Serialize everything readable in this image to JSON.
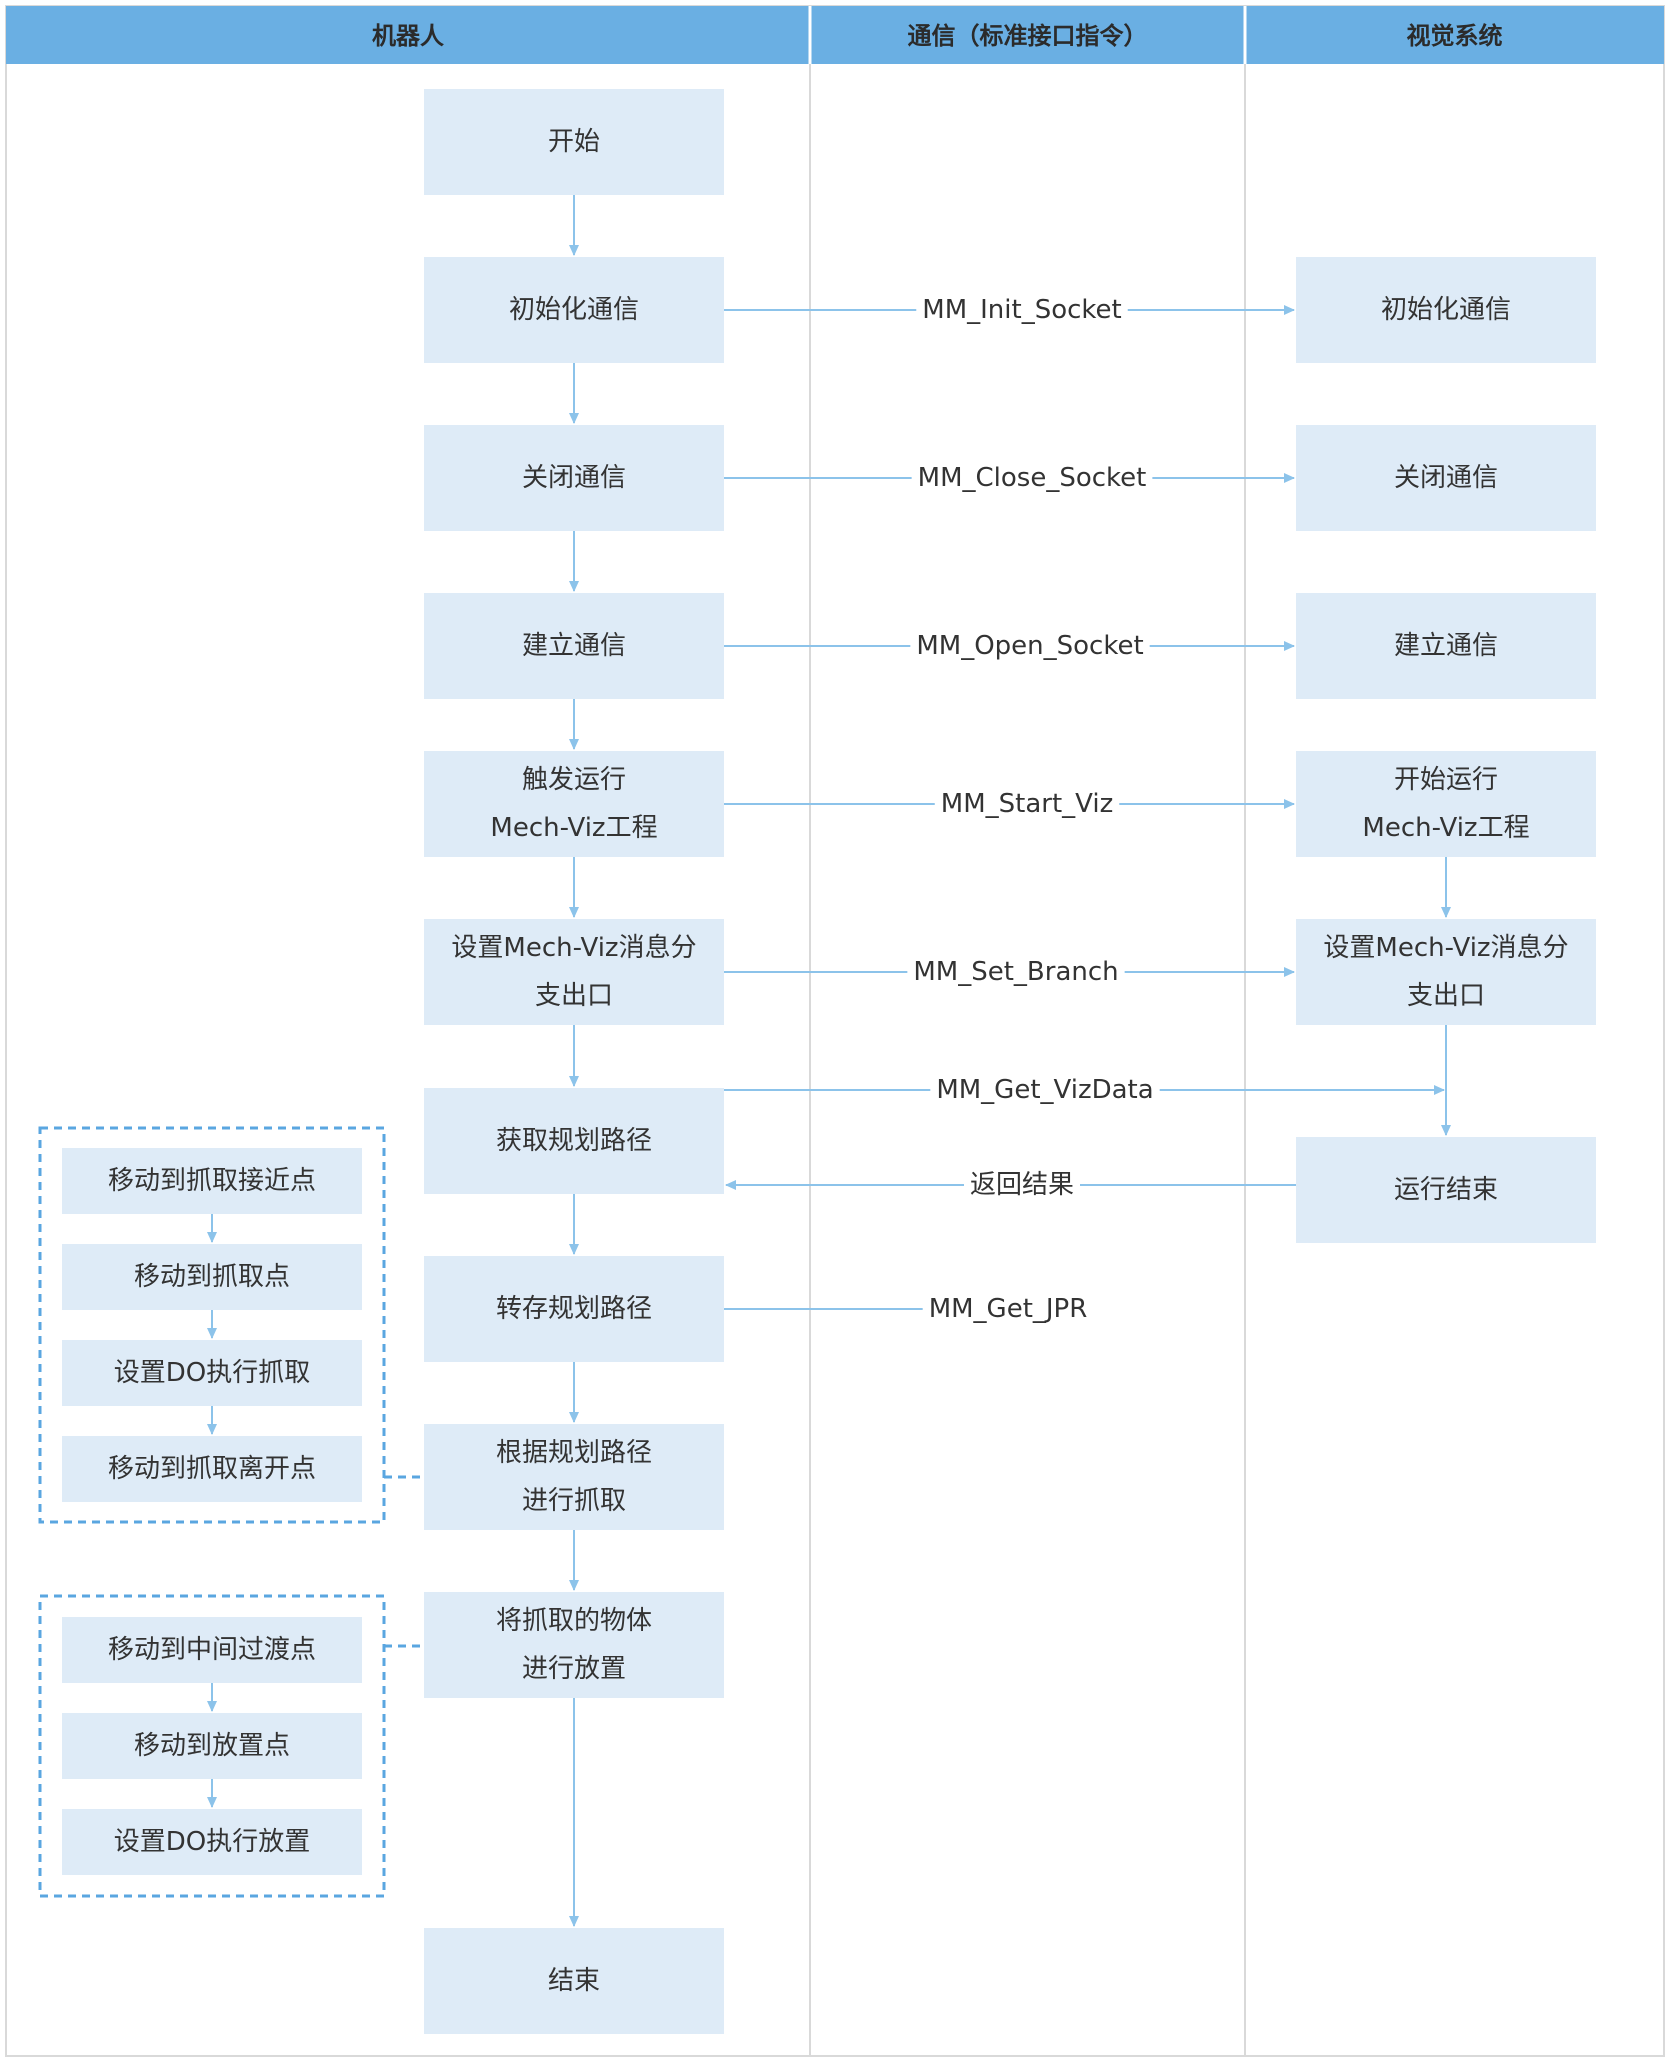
{
  "colors": {
    "header_bg": "#6aafe3",
    "node_fill": "#deebf7",
    "arrow": "#8cc3ea",
    "lane_border": "#d9d9d9",
    "dashed_border": "#5aa6e0"
  },
  "lanes": [
    {
      "id": "robot",
      "label": "机器人"
    },
    {
      "id": "comm",
      "label": "通信（标准接口指令）"
    },
    {
      "id": "vision",
      "label": "视觉系统"
    }
  ],
  "robot_nodes": [
    {
      "id": "r_start",
      "lines": [
        "开始"
      ]
    },
    {
      "id": "r_init",
      "lines": [
        "初始化通信"
      ]
    },
    {
      "id": "r_close",
      "lines": [
        "关闭通信"
      ]
    },
    {
      "id": "r_open",
      "lines": [
        "建立通信"
      ]
    },
    {
      "id": "r_trigger",
      "lines": [
        "触发运行",
        "Mech-Viz工程"
      ]
    },
    {
      "id": "r_branch",
      "lines": [
        "设置Mech-Viz消息分",
        "支出口"
      ]
    },
    {
      "id": "r_get",
      "lines": [
        "获取规划路径"
      ]
    },
    {
      "id": "r_store",
      "lines": [
        "转存规划路径"
      ]
    },
    {
      "id": "r_pick",
      "lines": [
        "根据规划路径",
        "进行抓取"
      ]
    },
    {
      "id": "r_place",
      "lines": [
        "将抓取的物体",
        "进行放置"
      ]
    },
    {
      "id": "r_end",
      "lines": [
        "结束"
      ]
    }
  ],
  "vision_nodes": [
    {
      "id": "v_init",
      "lines": [
        "初始化通信"
      ]
    },
    {
      "id": "v_close",
      "lines": [
        "关闭通信"
      ]
    },
    {
      "id": "v_open",
      "lines": [
        "建立通信"
      ]
    },
    {
      "id": "v_start",
      "lines": [
        "开始运行",
        "Mech-Viz工程"
      ]
    },
    {
      "id": "v_branch",
      "lines": [
        "设置Mech-Viz消息分",
        "支出口"
      ]
    },
    {
      "id": "v_end",
      "lines": [
        "运行结束"
      ]
    }
  ],
  "messages": [
    {
      "id": "m_init",
      "label": "MM_Init_Socket"
    },
    {
      "id": "m_close",
      "label": "MM_Close_Socket"
    },
    {
      "id": "m_open",
      "label": "MM_Open_Socket"
    },
    {
      "id": "m_start",
      "label": "MM_Start_Viz"
    },
    {
      "id": "m_branch",
      "label": "MM_Set_Branch"
    },
    {
      "id": "m_getviz",
      "label": "MM_Get_VizData"
    },
    {
      "id": "m_return",
      "label": "返回结果"
    },
    {
      "id": "m_jpr",
      "label": "MM_Get_JPR"
    }
  ],
  "pick_steps": [
    "移动到抓取接近点",
    "移动到抓取点",
    "设置DO执行抓取",
    "移动到抓取离开点"
  ],
  "place_steps": [
    "移动到中间过渡点",
    "移动到放置点",
    "设置DO执行放置"
  ]
}
